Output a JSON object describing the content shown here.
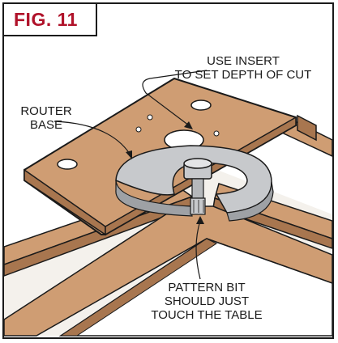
{
  "figure": {
    "label": "FIG. 11",
    "label_color": "#b0122a"
  },
  "callouts": {
    "insert": [
      "USE INSERT",
      "TO SET DEPTH OF CUT"
    ],
    "router_base": [
      "ROUTER",
      "BASE"
    ],
    "pattern_bit": [
      "PATTERN BIT",
      "SHOULD JUST",
      "TOUCH THE TABLE"
    ]
  },
  "colors": {
    "wood": "#cf9d73",
    "wood_dark": "#a8764f",
    "insert": "#c7c9cc",
    "outline": "#1a1a1a"
  }
}
